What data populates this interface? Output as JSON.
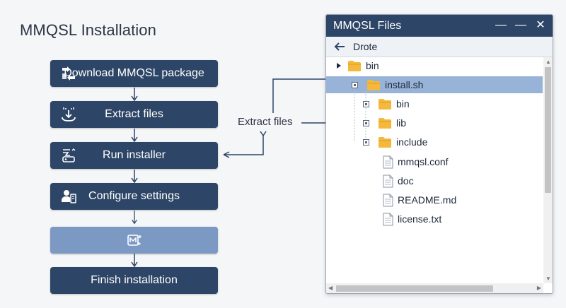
{
  "title": "MMQSL Installation",
  "steps": [
    {
      "label": "Download MMQSL package",
      "icon": "download-arrows-icon"
    },
    {
      "label": "Extract files",
      "icon": "extract-icon"
    },
    {
      "label": "Run installer",
      "icon": "installer-icon"
    },
    {
      "label": "Configure settings",
      "icon": "configure-icon"
    },
    {
      "label": "",
      "icon": "merge-icon"
    },
    {
      "label": "Finish installation",
      "icon": ""
    }
  ],
  "middle_label": "Extract files",
  "window": {
    "title": "MMQSL Files",
    "controls": {
      "minimize": "—",
      "maximize": "—",
      "close": "✕"
    },
    "path": "Drote",
    "tree": [
      {
        "name": "bin",
        "type": "folder",
        "level": 0,
        "expander": "triangle"
      },
      {
        "name": "install.sh",
        "type": "folder",
        "level": 1,
        "expander": "box",
        "selected": true
      },
      {
        "name": "bin",
        "type": "folder",
        "level": 2,
        "expander": "box"
      },
      {
        "name": "lib",
        "type": "folder",
        "level": 2,
        "expander": "box"
      },
      {
        "name": "include",
        "type": "folder",
        "level": 2,
        "expander": "box"
      },
      {
        "name": "mmqsl.conf",
        "type": "file",
        "level": 3
      },
      {
        "name": "doc",
        "type": "file",
        "level": 3
      },
      {
        "name": "README.md",
        "type": "file",
        "level": 3
      },
      {
        "name": "license.txt",
        "type": "file",
        "level": 3
      }
    ]
  },
  "colors": {
    "step": "#2d4566",
    "step_light": "#7c99c4",
    "selected": "#97b3d8",
    "folder": "#f3b83c"
  }
}
